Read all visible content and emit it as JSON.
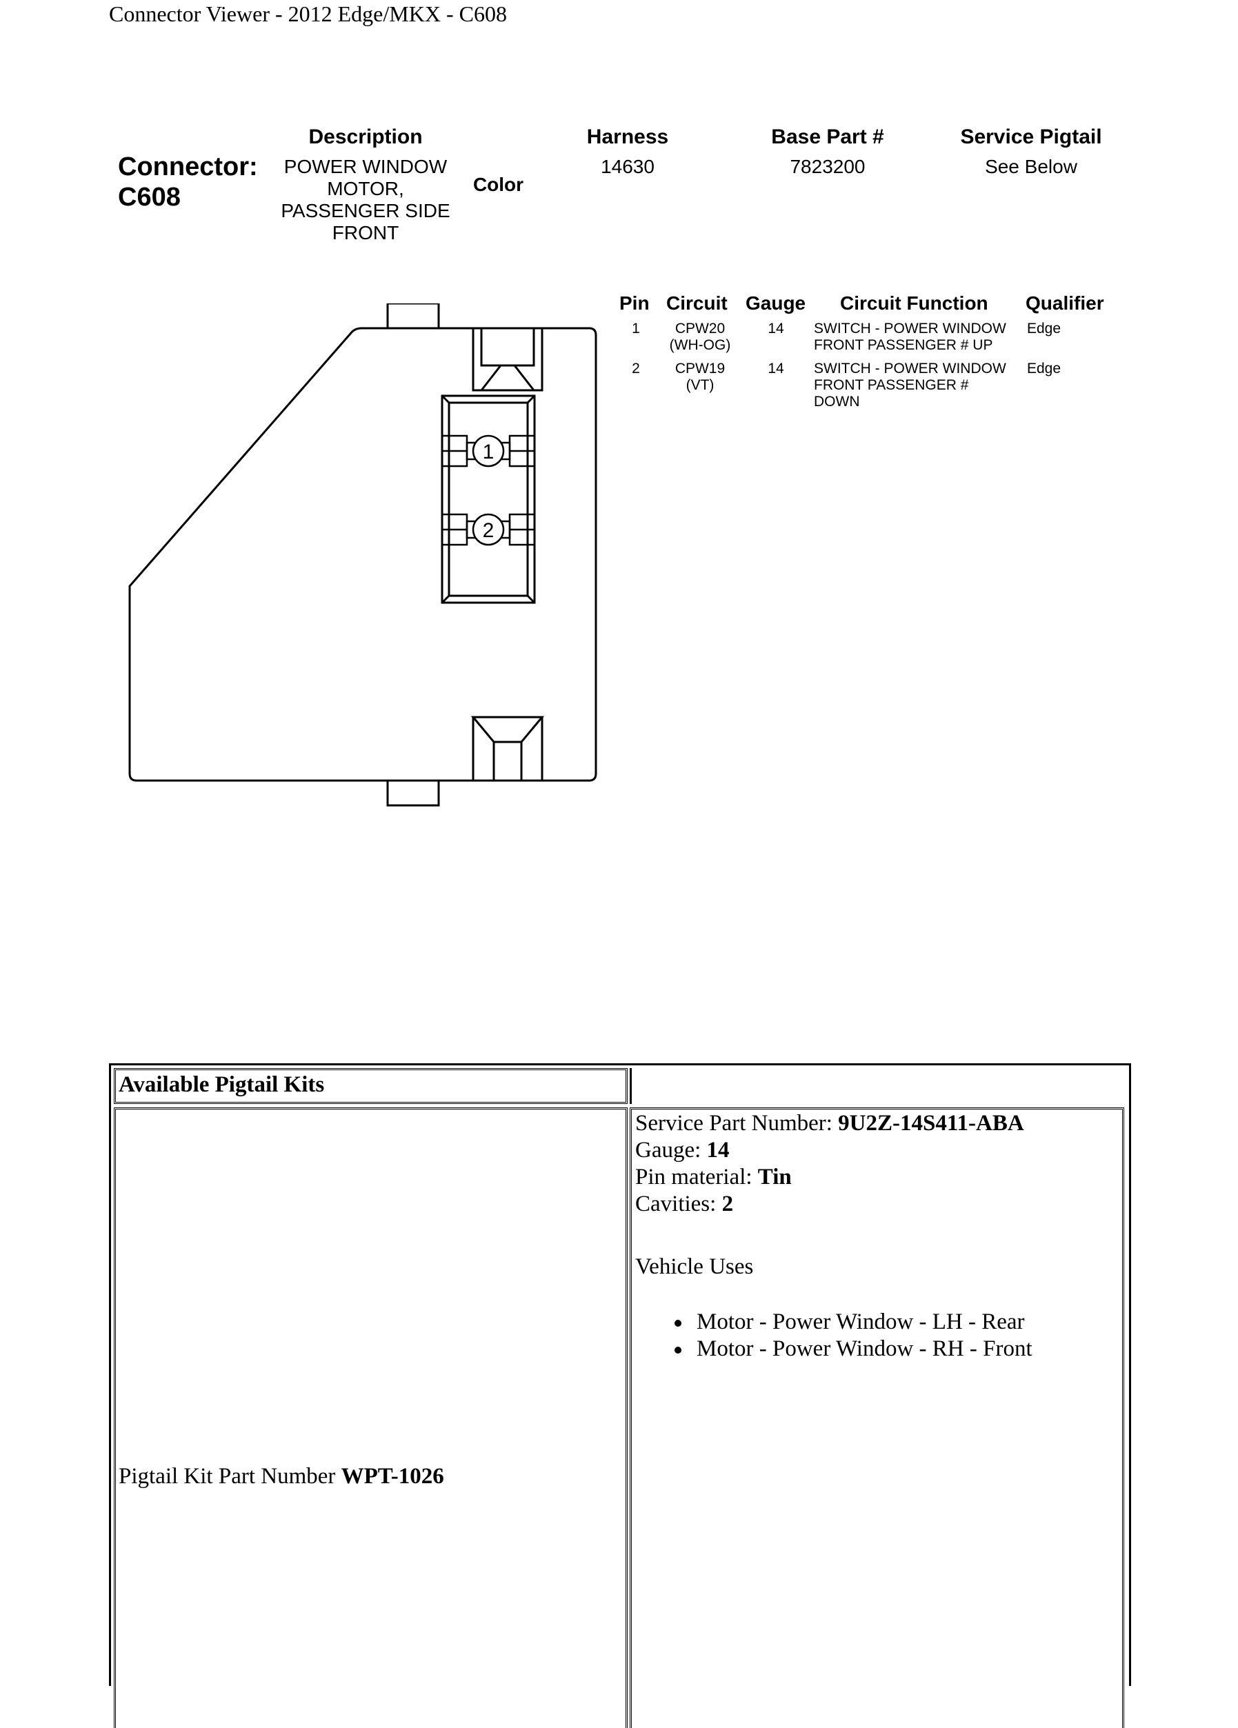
{
  "page": {
    "title": "Connector Viewer - 2012 Edge/MKX - C608"
  },
  "connector": {
    "label_line1": "Connector:",
    "label_line2": "C608",
    "description_header": "Description",
    "description_lines": [
      "POWER WINDOW",
      "MOTOR,",
      "PASSENGER SIDE",
      "FRONT"
    ],
    "color_header": "Color",
    "harness_header": "Harness",
    "harness_value": "14630",
    "base_part_header": "Base Part #",
    "base_part_value": "7823200",
    "service_pigtail_header": "Service Pigtail",
    "service_pigtail_value": "See Below"
  },
  "pin_table": {
    "headers": {
      "pin": "Pin",
      "circuit": "Circuit",
      "gauge": "Gauge",
      "function": "Circuit Function",
      "qualifier": "Qualifier"
    },
    "rows": [
      {
        "pin": "1",
        "circuit": "CPW20",
        "circuit_color": "(WH-OG)",
        "gauge": "14",
        "function_lines": [
          "SWITCH - POWER WINDOW",
          "FRONT PASSENGER # UP"
        ],
        "qualifier": "Edge"
      },
      {
        "pin": "2",
        "circuit": "CPW19",
        "circuit_color": "(VT)",
        "gauge": "14",
        "function_lines": [
          "SWITCH - POWER WINDOW",
          "FRONT PASSENGER #",
          "DOWN"
        ],
        "qualifier": "Edge"
      }
    ]
  },
  "diagram": {
    "pin_labels": [
      "1",
      "2"
    ]
  },
  "pigtail": {
    "heading": "Available Pigtail Kits",
    "service_part_label": "Service Part Number: ",
    "service_part_value": "9U2Z-14S411-ABA",
    "gauge_label": "Gauge: ",
    "gauge_value": "14",
    "pin_material_label": "Pin material: ",
    "pin_material_value": "Tin",
    "cavities_label": "Cavities: ",
    "cavities_value": "2",
    "vehicle_uses_heading": "Vehicle Uses",
    "vehicle_uses": [
      "Motor - Power Window - LH - Rear",
      "Motor - Power Window - RH - Front"
    ],
    "kit_part_label": "Pigtail Kit Part Number ",
    "kit_part_value": "WPT-1026"
  }
}
